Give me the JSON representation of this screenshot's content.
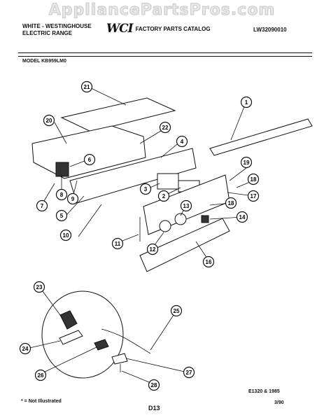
{
  "watermark": "AppliancePartsPros.com",
  "header": {
    "brand_line1": "WHITE - WESTINGHOUSE",
    "brand_line2": "ELECTRIC RANGE",
    "logo": "WCI",
    "catalog": "FACTORY PARTS CATALOG",
    "doc_number": "LW32090010"
  },
  "model": "MODEL KB959LM0",
  "callouts": [
    "1",
    "2",
    "3",
    "4",
    "5",
    "6",
    "7",
    "8",
    "9",
    "10",
    "11",
    "12",
    "13",
    "14",
    "16",
    "17",
    "18",
    "18",
    "19",
    "20",
    "21",
    "22",
    "23",
    "24",
    "25",
    "26",
    "27",
    "28"
  ],
  "footer": {
    "note": "* = Not Illustrated",
    "page": "D13",
    "code": "E1320 & 1985",
    "date": "3/90"
  }
}
